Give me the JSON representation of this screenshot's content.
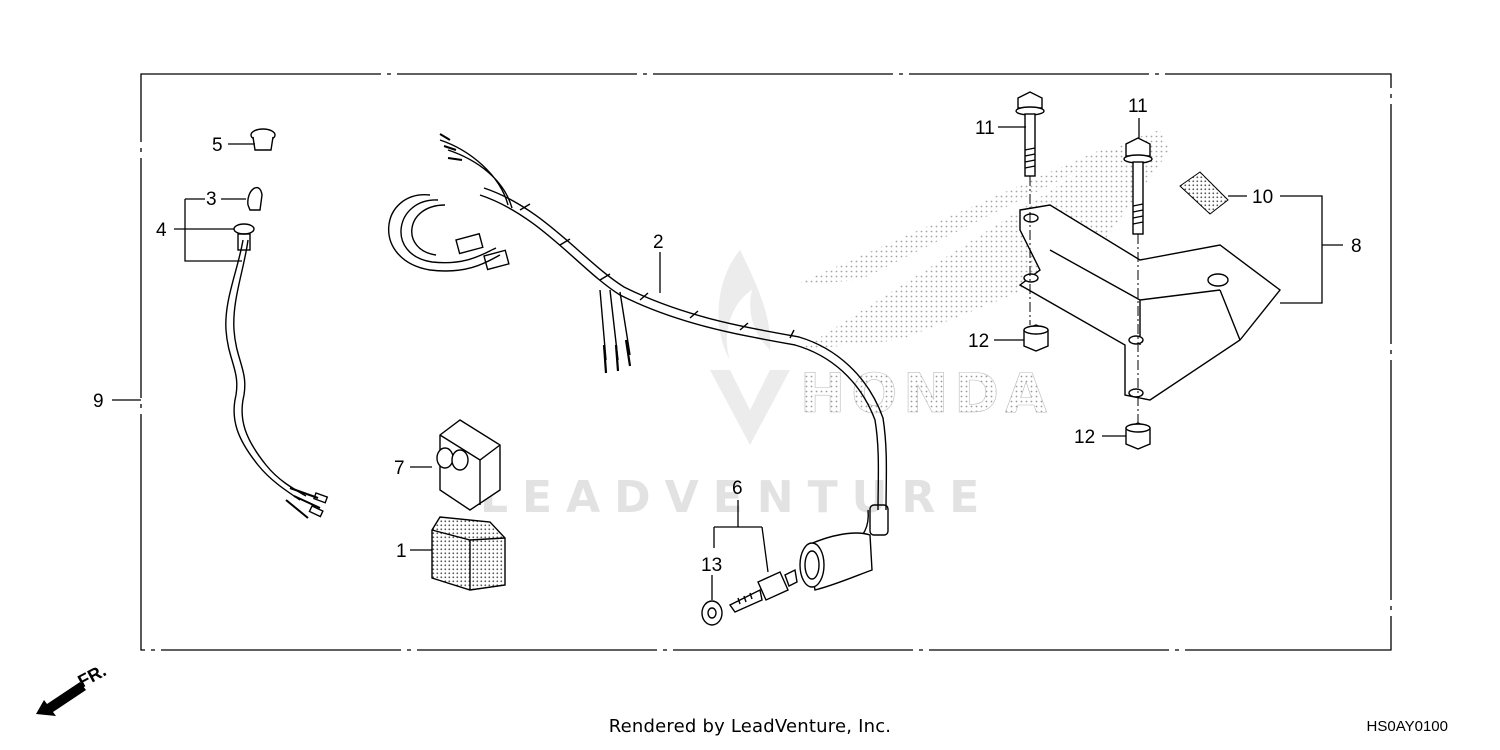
{
  "diagram": {
    "callouts": {
      "p1": "1",
      "p2": "2",
      "p3": "3",
      "p4": "4",
      "p5": "5",
      "p6": "6",
      "p7": "7",
      "p8": "8",
      "p9": "9",
      "p10": "10",
      "p11a": "11",
      "p11b": "11",
      "p12a": "12",
      "p12b": "12",
      "p13": "13"
    },
    "front_indicator": "FR.",
    "watermark_text": "LEADVENTURE",
    "background_logo_text": "HONDA"
  },
  "footer": {
    "credit": "Rendered by LeadVenture, Inc.",
    "diagram_code": "HS0AY0100"
  }
}
